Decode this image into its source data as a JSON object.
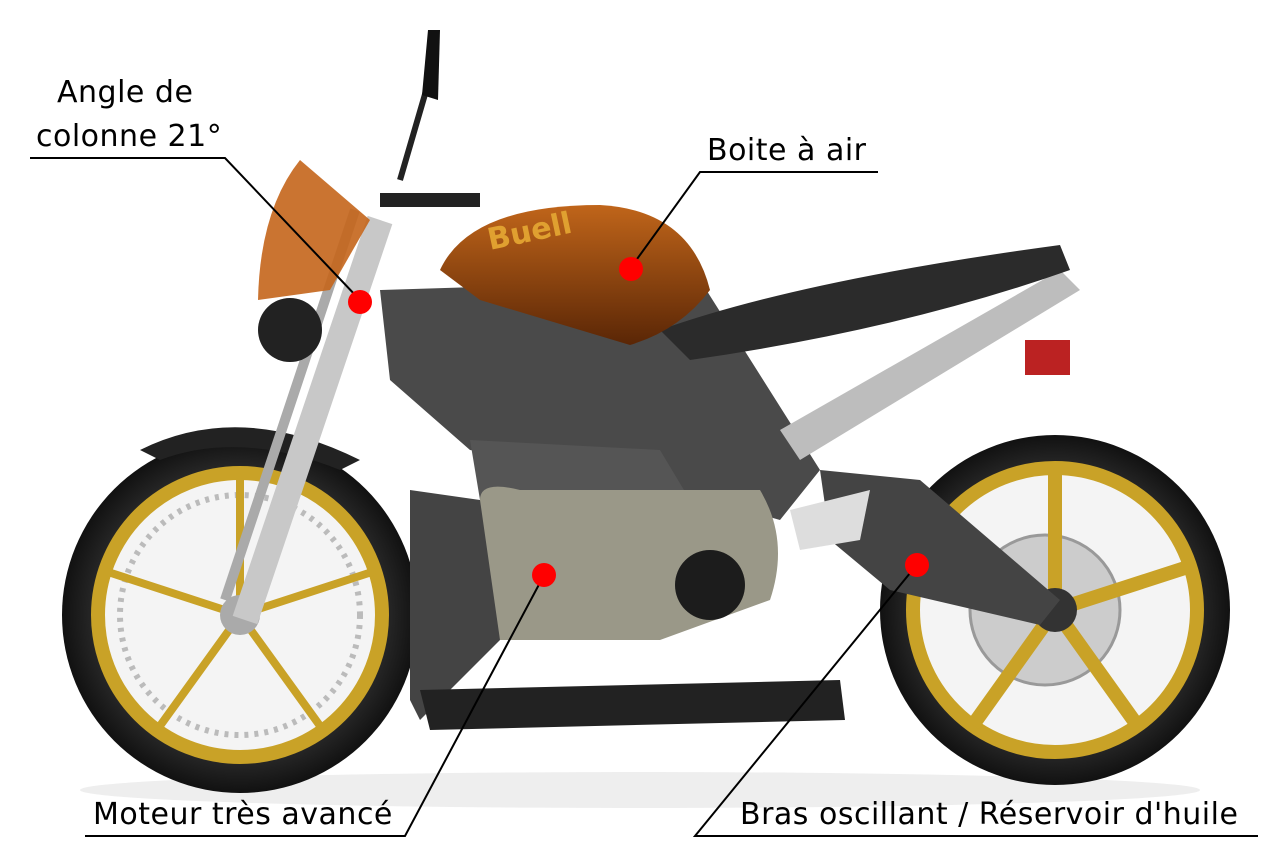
{
  "annotations": {
    "steering_angle": {
      "line1": "Angle de",
      "line2": "colonne 21°"
    },
    "airbox": {
      "label": "Boite à air"
    },
    "engine": {
      "label": "Moteur très avancé"
    },
    "swingarm": {
      "label": "Bras oscillant / Réservoir d'huile"
    }
  },
  "tank_logo": "Buell",
  "colors": {
    "marker": "#ff0000",
    "rim": "#c9a227",
    "tank": "#8a3d0a",
    "body": "#4a4a4a"
  }
}
